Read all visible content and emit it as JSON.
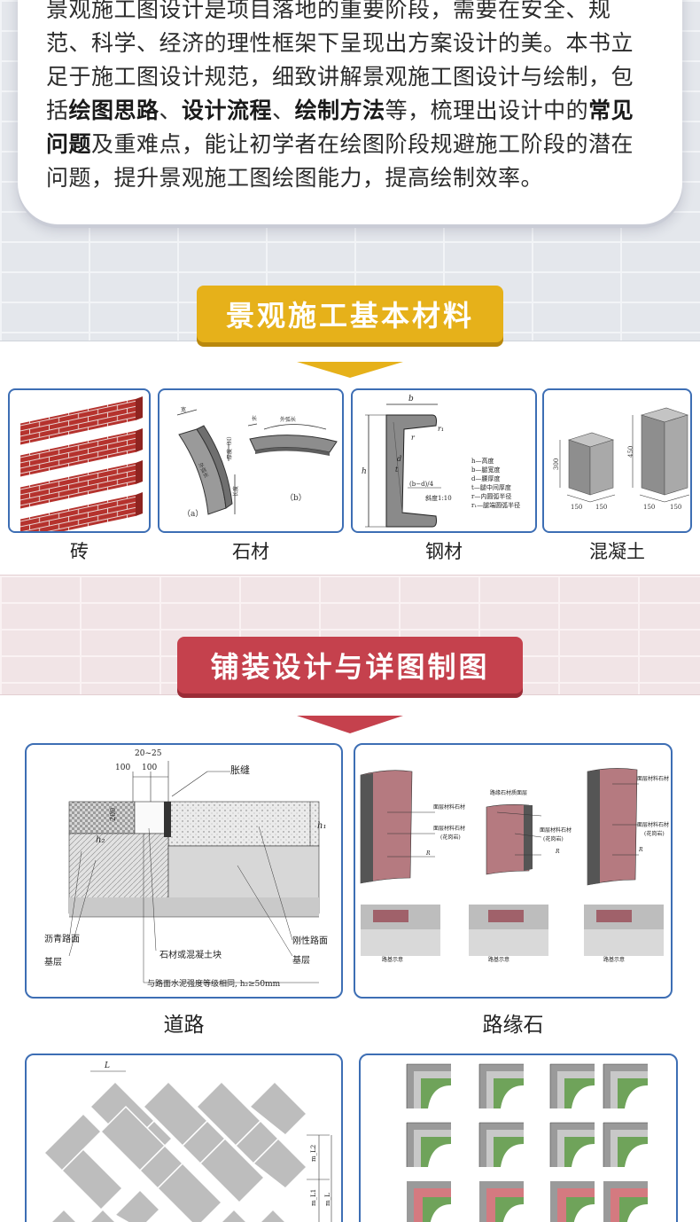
{
  "intro": {
    "line1": "景观施工图设计是项目落地的重要阶段，需要在安全、规",
    "line2": "范、科学、经济的理性框架下呈现出方案设计的美。本书立",
    "line3": "足于施工图设计规范，细致讲解景观施工图设计与绘制，包",
    "line4_pre": "括",
    "line4_b1": "绘图思路",
    "line4_s1": "、",
    "line4_b2": "设计流程",
    "line4_s2": "、",
    "line4_b3": "绘制方法",
    "line4_post": "等，梳理出设计中的",
    "line4_b4": "常见",
    "line5_b": "问题",
    "line5_post": "及重难点，能让初学者在绘图阶段规避施工阶段的潜在",
    "line6": "问题，提升景观施工图绘图能力，提高绘制效率。"
  },
  "sections": {
    "materials_title": "景观施工基本材料",
    "paving_title": "铺装设计与详图制图"
  },
  "materials": [
    {
      "label": "砖"
    },
    {
      "label": "石材"
    },
    {
      "label": "钢材"
    },
    {
      "label": "混凝土"
    }
  ],
  "stone_diagram": {
    "dim_width": "宽",
    "dim_length": "长度",
    "dim_thick": "厚度（H）",
    "dim_arc": "外弧长",
    "dim_len2": "长",
    "cap_a": "（a）",
    "cap_b": "（b）"
  },
  "steel_diagram": {
    "b": "b",
    "h": "h",
    "r": "r",
    "r1": "r₁",
    "d": "d",
    "t": "t",
    "bd": "(b−d)/4",
    "slope": "斜度1:10",
    "legend": [
      "h—高度",
      "b—腿宽度",
      "d—腰厚度",
      "t—腿中间厚度",
      "r—内圆弧半径",
      "r₁—腿端圆弧半径"
    ]
  },
  "concrete_diagram": {
    "small_h": "300",
    "small_w1": "150",
    "small_w2": "150",
    "big_h": "450",
    "big_w1": "150",
    "big_w2": "150"
  },
  "road_diagram": {
    "dim_top": "20~25",
    "dim_100a": "100",
    "dim_100b": "100",
    "dim_200": "200",
    "h1": "h₁",
    "h2": "h₂",
    "expansion": "胀缝",
    "asphalt": "沥青路面",
    "base_left": "基层",
    "stone_block": "石材或混凝土块",
    "rigid": "刚性路面",
    "base_right": "基层",
    "note": "与路面水泥强度等级相同, h₂≥50mm"
  },
  "curb_diagram": {
    "a1": "面层材料石材",
    "a2": "面层材料石材",
    "a3": "(花岗岩)",
    "b1": "路缘石材质面层",
    "b2": "面层材料石材",
    "b3": "(花岗岩)",
    "c1": "面层材料石材",
    "c2": "面层材料石材",
    "c3": "(花岗岩)",
    "r": "R",
    "base": "路基示意"
  },
  "labels": {
    "road": "道路",
    "curb": "路缘石"
  },
  "herring_diagram": {
    "L": "L",
    "m1": "m_L2",
    "m2": "m_L1",
    "m3": "m_L"
  },
  "colors": {
    "yellow": "#e6b11a",
    "red": "#c5414d",
    "card_border": "#3d6eb4",
    "brick": "#b5322d"
  }
}
